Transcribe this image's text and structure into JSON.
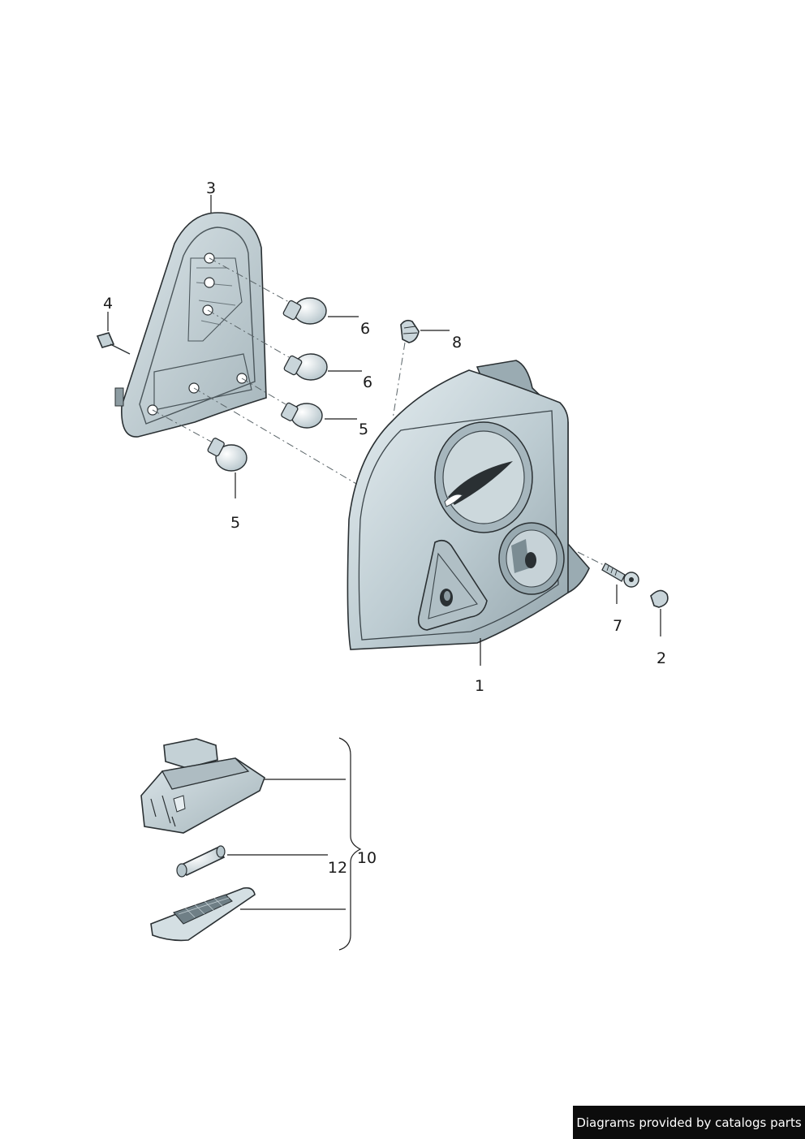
{
  "callouts": {
    "c1": "1",
    "c2": "2",
    "c3": "3",
    "c4": "4",
    "c5a": "5",
    "c5b": "5",
    "c6a": "6",
    "c6b": "6",
    "c7": "7",
    "c8": "8",
    "c10": "10",
    "c12": "12"
  },
  "footer": {
    "credit": "Diagrams provided by catalogs parts"
  },
  "colors": {
    "part_fill": "#d4dfe3",
    "part_shadow": "#9eaeb5",
    "outline": "#2a3033",
    "credit_bg": "#0c0c0c"
  }
}
